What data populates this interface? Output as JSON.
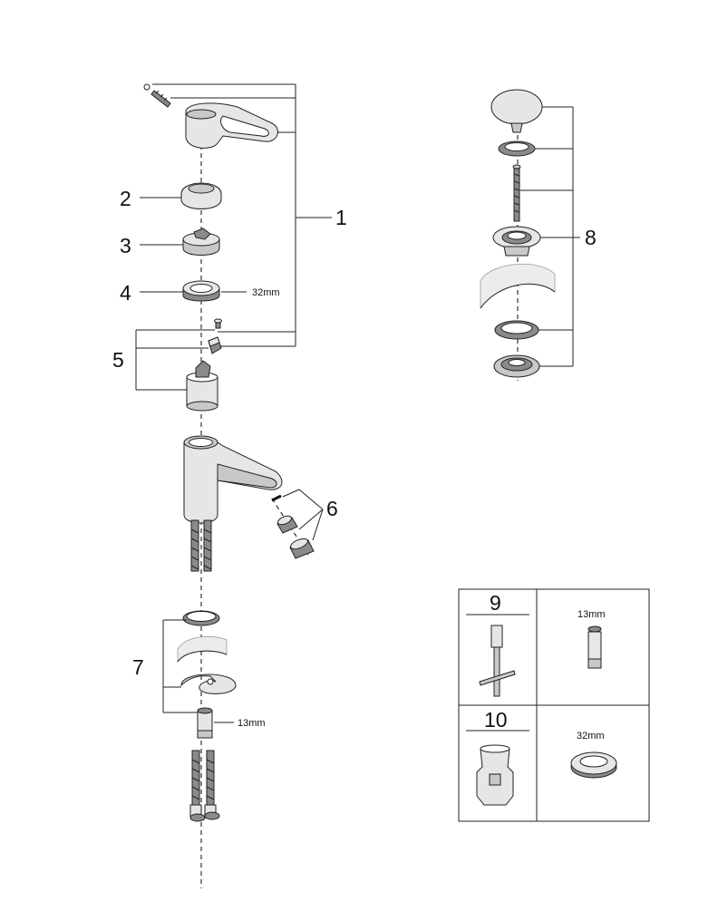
{
  "callouts": {
    "n1": "1",
    "n2": "2",
    "n3": "3",
    "n4": "4",
    "n5": "5",
    "n6": "6",
    "n7": "7",
    "n8": "8",
    "n9": "9",
    "n10": "10"
  },
  "dimensions": {
    "ring_size": "32mm",
    "nut_size": "13mm",
    "tool_nut_size": "13mm",
    "tool_ring_size": "32mm"
  }
}
